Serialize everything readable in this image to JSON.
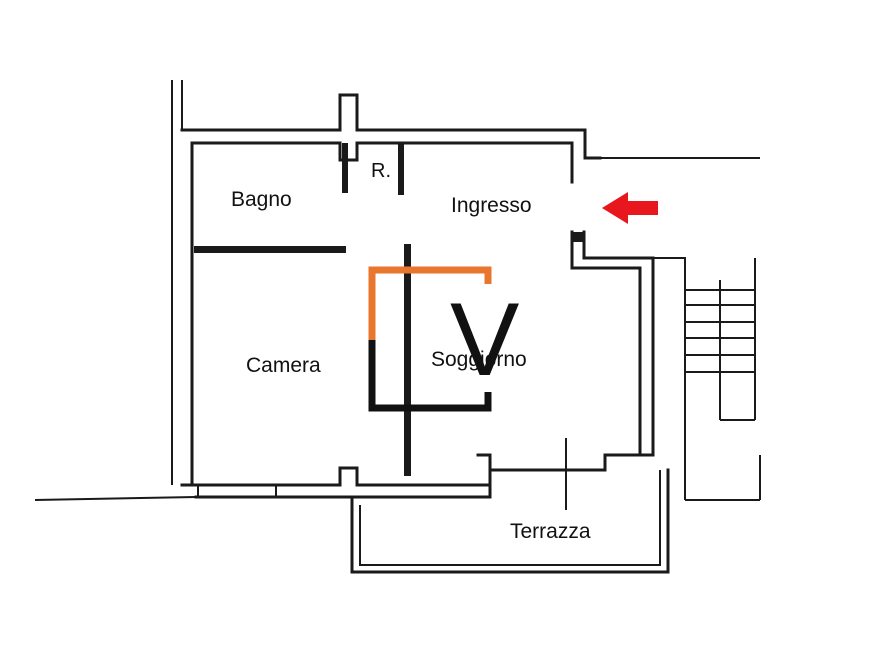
{
  "rooms": {
    "bagno": "Bagno",
    "ripostiglio": "R.",
    "ingresso": "Ingresso",
    "camera": "Camera",
    "soggiorno": "Soggiorno",
    "terrazza": "Terrazza"
  },
  "logo": {
    "letter": "V",
    "colors": {
      "accent": "#e8762d",
      "dark": "#111111"
    }
  },
  "entry_arrow": {
    "icon": "red-arrow-left-icon",
    "color": "#e8161d"
  }
}
